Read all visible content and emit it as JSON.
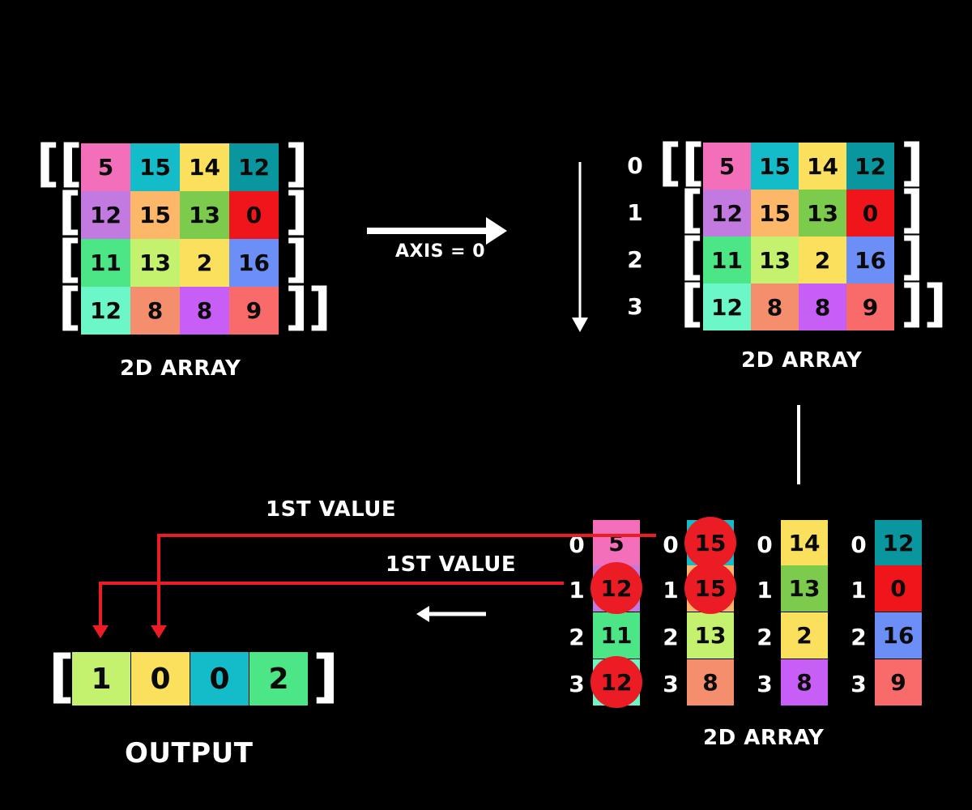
{
  "colors": {
    "pink": "#f46fb9",
    "cyan": "#14bcc9",
    "yellow": "#fbe05d",
    "teal": "#0a969e",
    "purple": "#c37ae0",
    "orange": "#fcb868",
    "green": "#7ccb4c",
    "red": "#f0141b",
    "mint": "#4ce687",
    "lime": "#c4f16e",
    "blue": "#6b8ff7",
    "aqua": "#6cf7c9",
    "salmon": "#f58e6d",
    "violet": "#c75ef5",
    "coral": "#f96b6b",
    "highlight": "#ec1c24"
  },
  "array": [
    [
      5,
      15,
      14,
      12
    ],
    [
      12,
      15,
      13,
      0
    ],
    [
      11,
      13,
      2,
      16
    ],
    [
      12,
      8,
      8,
      9
    ]
  ],
  "cell_colors": [
    [
      "pink",
      "cyan",
      "yellow",
      "teal"
    ],
    [
      "purple",
      "orange",
      "green",
      "red"
    ],
    [
      "mint",
      "lime",
      "yellow",
      "blue"
    ],
    [
      "aqua",
      "salmon",
      "violet",
      "coral"
    ]
  ],
  "labels": {
    "array_left": "2D ARRAY",
    "array_right": "2D ARRAY",
    "array_bottom": "2D ARRAY",
    "axis": "AXIS = 0",
    "first_value_a": "1ST VALUE",
    "first_value_b": "1ST VALUE",
    "output": "OUTPUT"
  },
  "brackets": {
    "open_double": "[[",
    "open": "[",
    "close": "]",
    "close_double": "]]"
  },
  "row_indices": [
    "0",
    "1",
    "2",
    "3"
  ],
  "output": {
    "values": [
      "1",
      "0",
      "0",
      "2"
    ],
    "colors": [
      "lime",
      "yellow",
      "cyan",
      "mint"
    ]
  },
  "highlighted": [
    {
      "col": 0,
      "row": 1
    },
    {
      "col": 0,
      "row": 3
    },
    {
      "col": 1,
      "row": 0
    },
    {
      "col": 1,
      "row": 1
    }
  ]
}
